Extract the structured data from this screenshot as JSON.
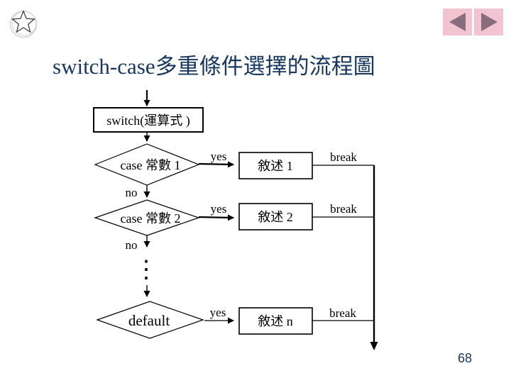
{
  "slide": {
    "title": "switch-case多重條件選擇的流程圖",
    "page_number": "68"
  },
  "colors": {
    "title_text": "#17375e",
    "nav_button_bg": "#f2c3d0",
    "nav_arrow": "#8a6d7c",
    "flowchart_stroke": "#000000"
  },
  "flowchart": {
    "switch_box": "switch(運算式 )",
    "ellipsis": "⋮",
    "rows": [
      {
        "decision": "case 常數 1",
        "yes": "yes",
        "no": "no",
        "action": "敘述 1",
        "break_label": "break"
      },
      {
        "decision": "case 常數 2",
        "yes": "yes",
        "no": "no",
        "action": "敘述 2",
        "break_label": "break"
      },
      {
        "decision": "default",
        "yes": "yes",
        "action": "敘述 n",
        "break_label": "break"
      }
    ]
  }
}
